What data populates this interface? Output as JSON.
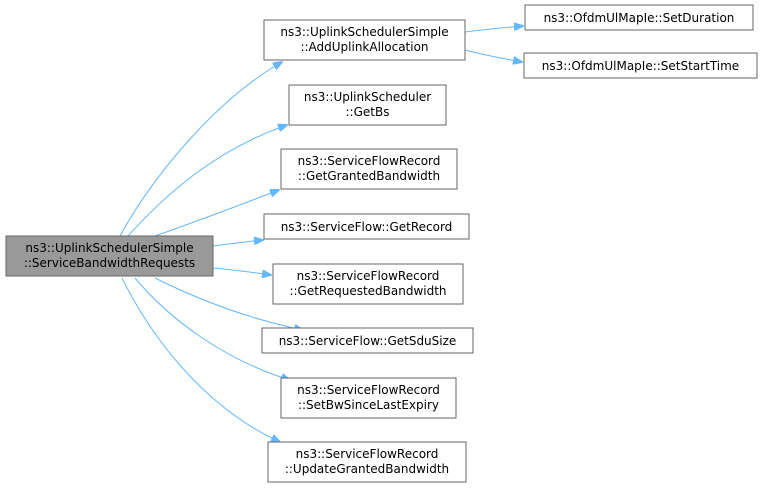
{
  "colors": {
    "edge": "#63b8ff",
    "node_border": "#666666",
    "root_fill": "#999999",
    "node_fill": "#ffffff"
  },
  "nodes": {
    "root": {
      "line1": "ns3::UplinkSchedulerSimple",
      "line2": "::ServiceBandwidthRequests"
    },
    "add_uplink_allocation": {
      "line1": "ns3::UplinkSchedulerSimple",
      "line2": "::AddUplinkAllocation"
    },
    "get_bs": {
      "line1": "ns3::UplinkScheduler",
      "line2": "::GetBs"
    },
    "get_granted_bandwidth": {
      "line1": "ns3::ServiceFlowRecord",
      "line2": "::GetGrantedBandwidth"
    },
    "get_record": {
      "line1": "ns3::ServiceFlow::GetRecord"
    },
    "get_requested_bandwidth": {
      "line1": "ns3::ServiceFlowRecord",
      "line2": "::GetRequestedBandwidth"
    },
    "get_sdu_size": {
      "line1": "ns3::ServiceFlow::GetSduSize"
    },
    "set_bw_since_last_expiry": {
      "line1": "ns3::ServiceFlowRecord",
      "line2": "::SetBwSinceLastExpiry"
    },
    "update_granted_bandwidth": {
      "line1": "ns3::ServiceFlowRecord",
      "line2": "::UpdateGrantedBandwidth"
    },
    "set_duration": {
      "line1": "ns3::OfdmUlMapIe::SetDuration"
    },
    "set_start_time": {
      "line1": "ns3::OfdmUlMapIe::SetStartTime"
    }
  }
}
